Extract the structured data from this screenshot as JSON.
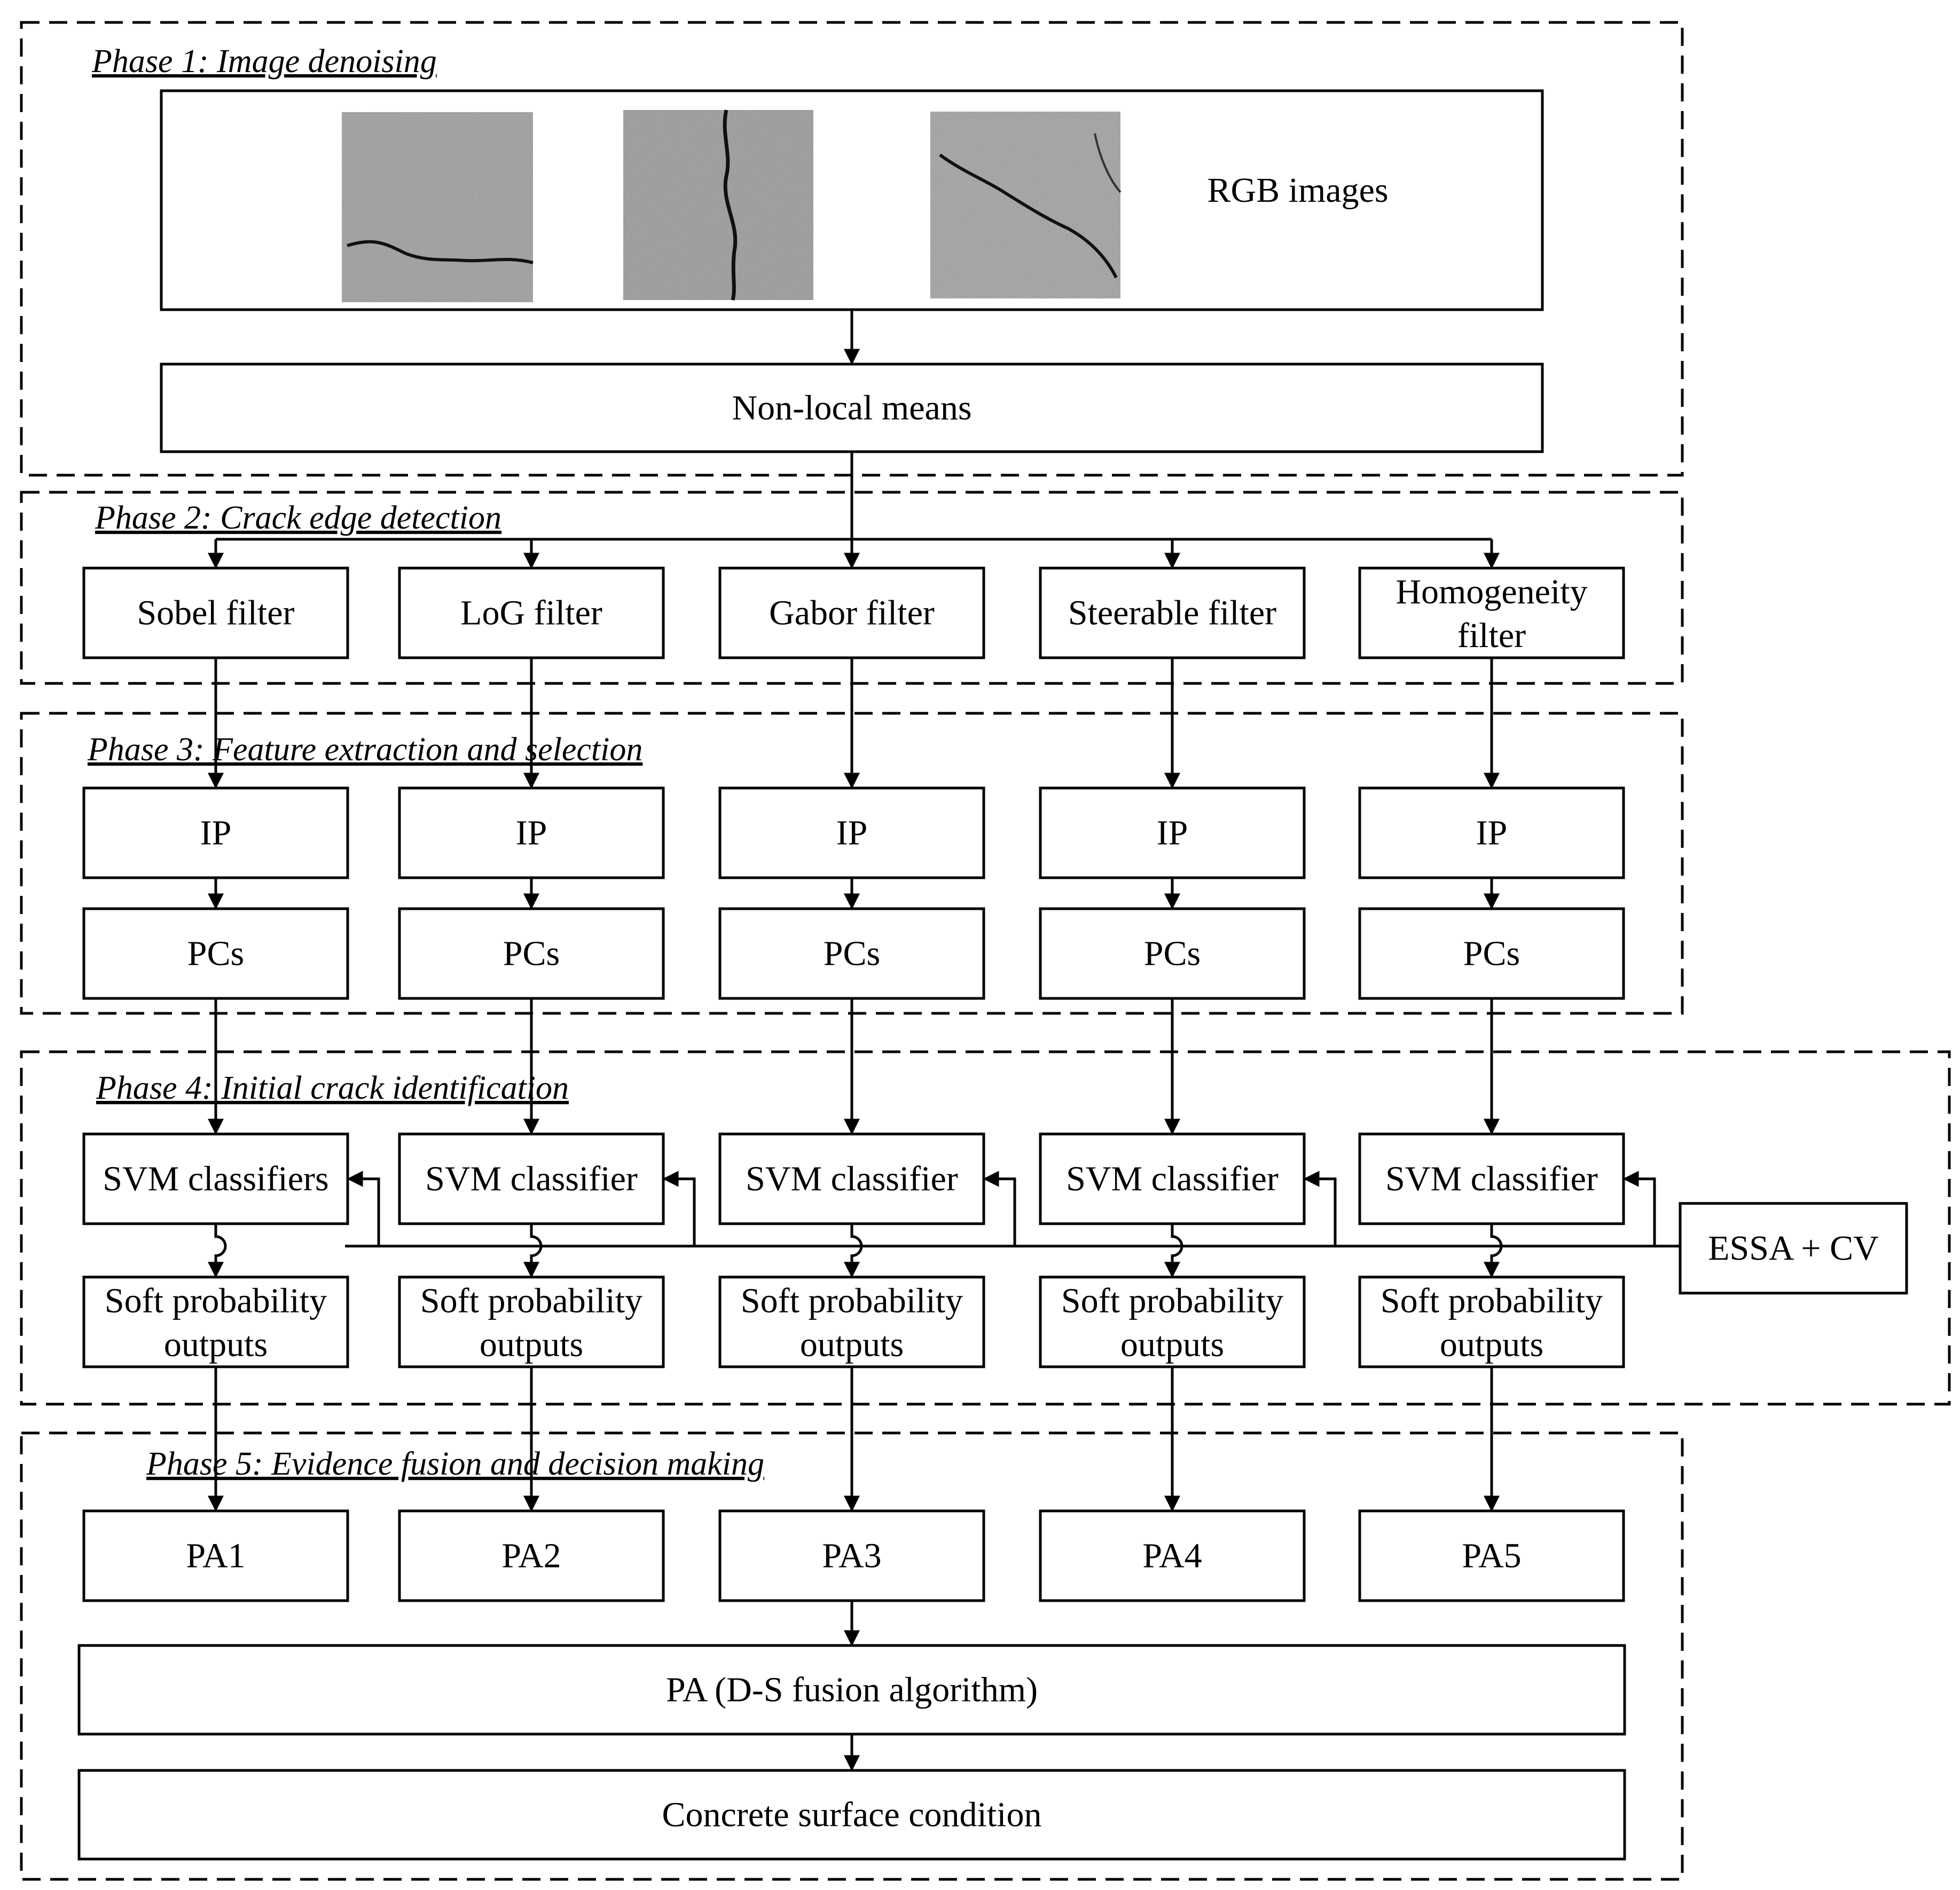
{
  "phases": {
    "p1": "Phase 1: Image denoising",
    "p2": "Phase 2: Crack edge detection",
    "p3": "Phase 3: Feature extraction and selection",
    "p4": "Phase 4: Initial crack identification",
    "p5": "Phase 5: Evidence fusion and decision making"
  },
  "input": {
    "label": "RGB images",
    "images": [
      "crack-sample-1",
      "crack-sample-2",
      "crack-sample-3"
    ]
  },
  "denoise": "Non-local means",
  "filters": [
    "Sobel filter",
    "LoG filter",
    "Gabor filter",
    "Steerable filter",
    "Homogeneity filter"
  ],
  "ip": [
    "IP",
    "IP",
    "IP",
    "IP",
    "IP"
  ],
  "pcs": [
    "PCs",
    "PCs",
    "PCs",
    "PCs",
    "PCs"
  ],
  "svm": [
    "SVM classifiers",
    "SVM classifier",
    "SVM classifier",
    "SVM classifier",
    "SVM classifier"
  ],
  "soft": [
    "Soft probability outputs",
    "Soft probability outputs",
    "Soft probability outputs",
    "Soft probability outputs",
    "Soft probability outputs"
  ],
  "optimizer": "ESSA + CV",
  "pa": [
    "PA1",
    "PA2",
    "PA3",
    "PA4",
    "PA5"
  ],
  "fusion": "PA (D-S fusion algorithm)",
  "output": "Concrete surface condition"
}
